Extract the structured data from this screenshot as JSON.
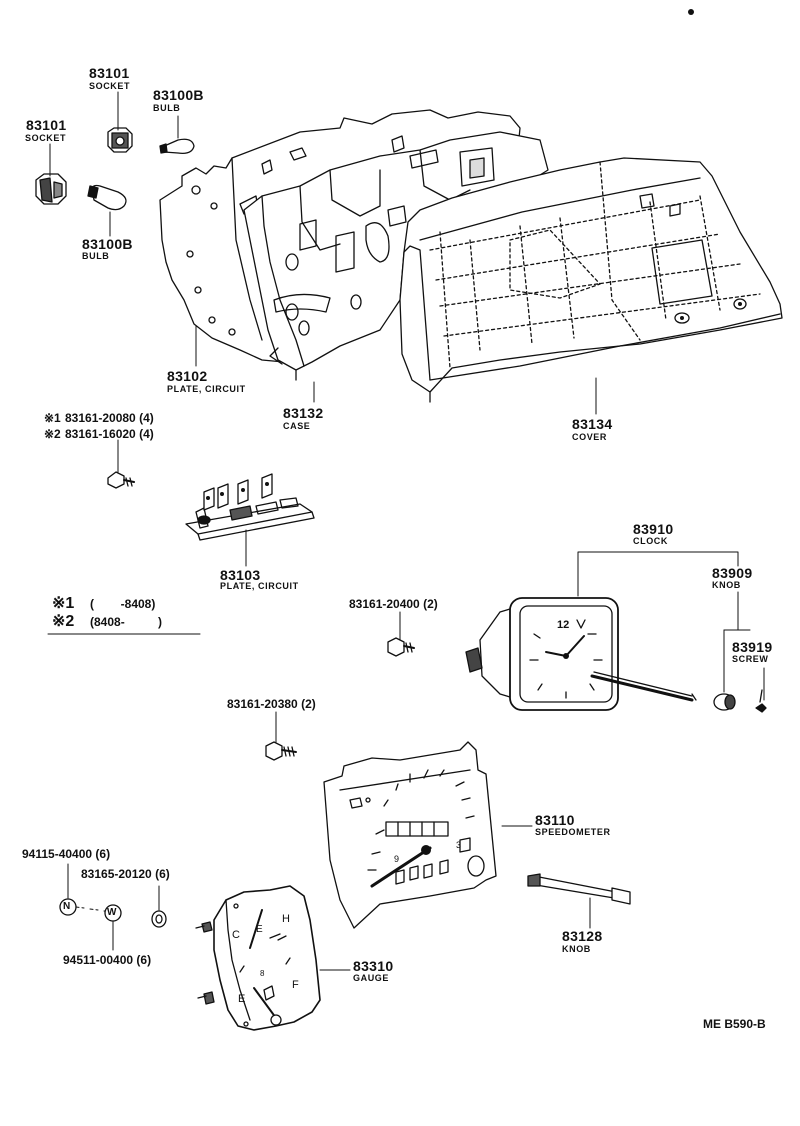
{
  "parts": {
    "socket_top": {
      "num": "83101",
      "name": "SOCKET"
    },
    "socket_left": {
      "num": "83101",
      "name": "SOCKET"
    },
    "bulb_top": {
      "num": "83100B",
      "name": "BULB"
    },
    "bulb_left": {
      "num": "83100B",
      "name": "BULB"
    },
    "plate_circuit_main": {
      "num": "83102",
      "name": "PLATE, CIRCUIT"
    },
    "case": {
      "num": "83132",
      "name": "CASE"
    },
    "cover": {
      "num": "83134",
      "name": "COVER"
    },
    "screw_1": {
      "mark": "※1",
      "num": "83161-20080 (4)"
    },
    "screw_2": {
      "mark": "※2",
      "num": "83161-16020 (4)"
    },
    "plate_circuit_small": {
      "num": "83103",
      "name": "PLATE, CIRCUIT"
    },
    "clock": {
      "num": "83910",
      "name": "CLOCK"
    },
    "knob_clock": {
      "num": "83909",
      "name": "KNOB"
    },
    "screw_clock": {
      "num": "83919",
      "name": "SCREW"
    },
    "screw_20400": {
      "num": "83161-20400 (2)"
    },
    "screw_20380": {
      "num": "83161-20380 (2)"
    },
    "speedometer": {
      "num": "83110",
      "name": "SPEEDOMETER"
    },
    "nut": {
      "num": "94115-40400 (6)",
      "symbol": "N"
    },
    "washer": {
      "num": "94511-00400 (6)",
      "symbol": "W"
    },
    "bolt_20120": {
      "num": "83165-20120 (6)"
    },
    "gauge": {
      "num": "83310",
      "name": "GAUGE"
    },
    "knob_speedo": {
      "num": "83128",
      "name": "KNOB"
    }
  },
  "legend": {
    "row1_mark": "※1",
    "row1_range": "(        -8408)",
    "row2_mark": "※2",
    "row2_range": "(8408-          )"
  },
  "drawing_code": "ME B590-B"
}
